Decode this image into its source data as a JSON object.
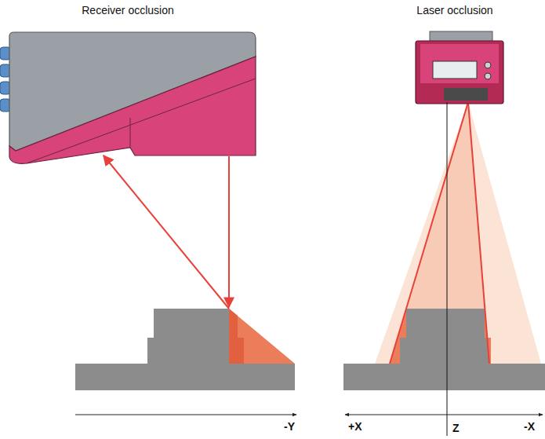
{
  "diagram": {
    "labels": [
      "Receiver occlusion",
      "Laser occlusion",
      "-Y",
      "+X",
      "Z",
      "-X"
    ]
  }
}
